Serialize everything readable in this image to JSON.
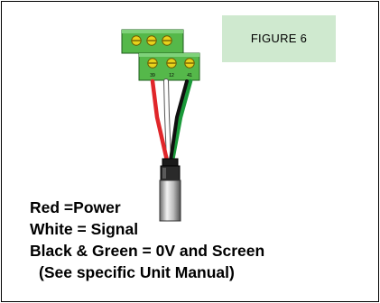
{
  "figure_label": "FIGURE 6",
  "terminal_numbers": [
    "39",
    "12",
    "41"
  ],
  "legend": [
    "Red =Power",
    "White = Signal",
    "Black & Green = 0V and Screen",
    "(See specific Unit Manual)"
  ],
  "colors": {
    "terminal_block": "#55b84a",
    "screw_head": "#e8d21c",
    "wire_red": "#e0262a",
    "wire_white": "#ffffff",
    "wire_black": "#101010",
    "wire_green": "#1a9a3a",
    "figure_box": "#cfe9cf"
  }
}
